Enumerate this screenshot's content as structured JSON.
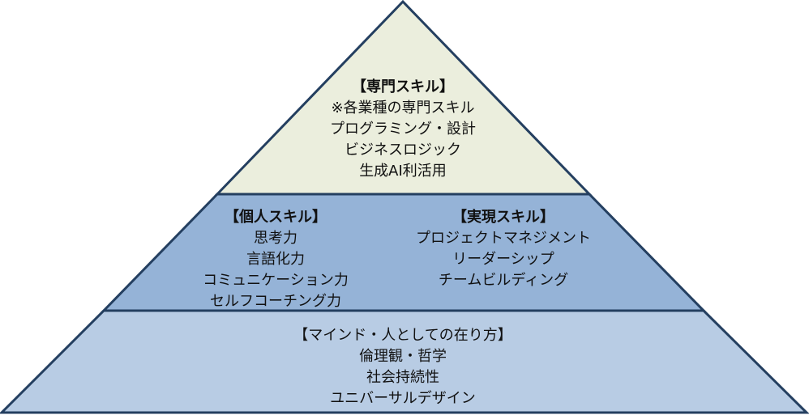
{
  "colors": {
    "top": "#ebeedd",
    "middle": "#95b3d7",
    "bottom": "#b8cce4",
    "stroke": "#243f60"
  },
  "tiers": {
    "top": {
      "heading": "【専門スキル】",
      "items": [
        "※各業種の専門スキル",
        "プログラミング・設計",
        "ビジネスロジック",
        "生成AI利活用"
      ]
    },
    "middle_left": {
      "heading": "【個人スキル】",
      "items": [
        "思考力",
        "言語化力",
        "コミュニケーション力",
        "セルフコーチング力"
      ]
    },
    "middle_right": {
      "heading": "【実現スキル】",
      "items": [
        "プロジェクトマネジメント",
        "リーダーシップ",
        "チームビルディング"
      ]
    },
    "bottom": {
      "heading": "【マインド・人としての在り方】",
      "items": [
        "倫理観・哲学",
        "社会持続性",
        "ユニバーサルデザイン"
      ]
    }
  }
}
